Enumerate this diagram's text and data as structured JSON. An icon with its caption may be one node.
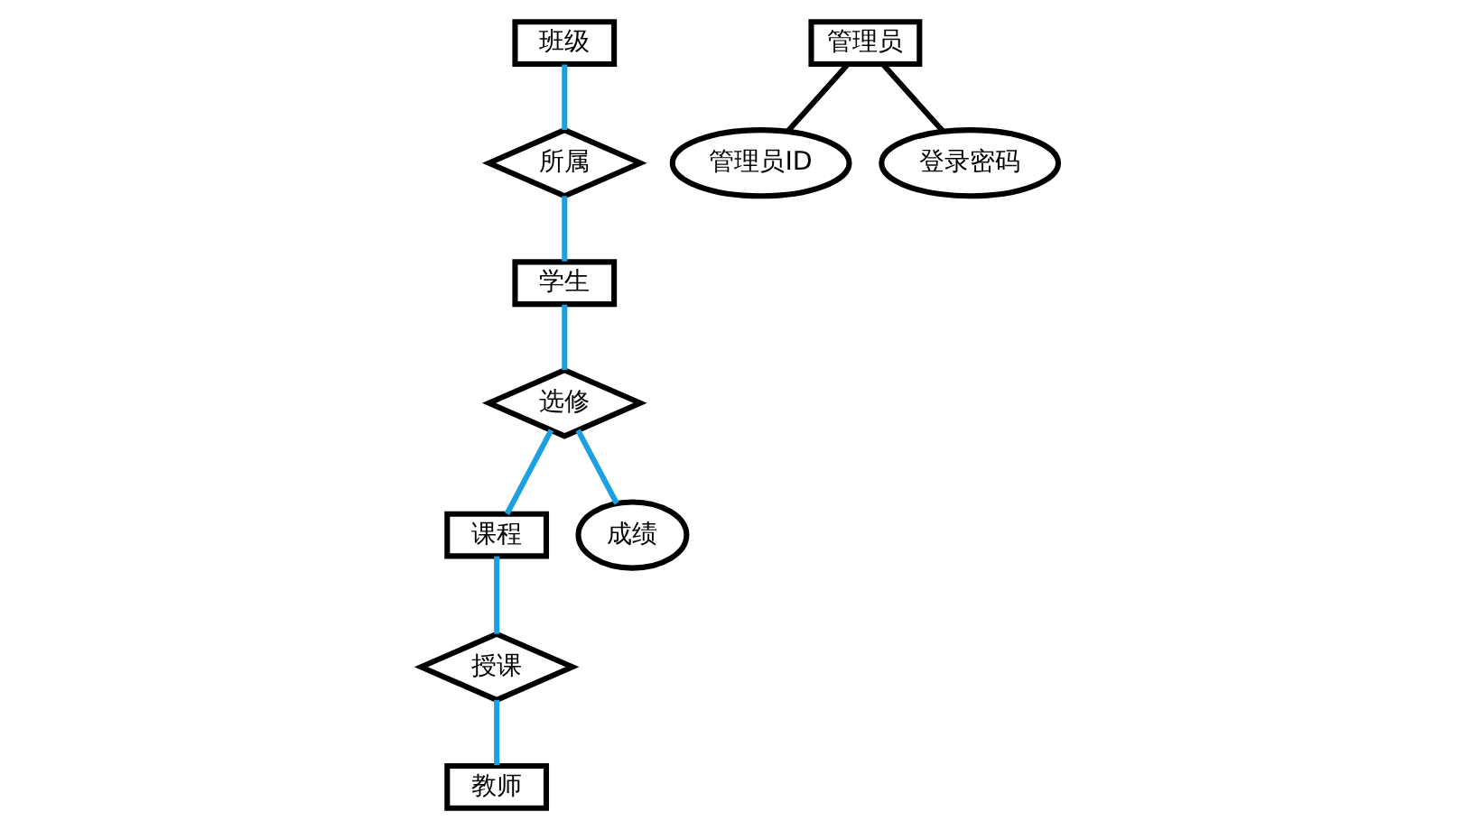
{
  "diagram": {
    "nodes": [
      {
        "text": [
          "班级"
        ]
      },
      {
        "text": [
          "所属"
        ]
      },
      {
        "text": [
          "学生"
        ]
      },
      {
        "text": [
          "课程"
        ]
      },
      {
        "text": [
          "选修"
        ]
      },
      {
        "text": [
          "成绩"
        ]
      },
      {
        "text": [
          "授课"
        ]
      },
      {
        "text": [
          "教师"
        ]
      },
      {
        "text": [
          "管理员"
        ]
      },
      {
        "text": [
          "管理员ID"
        ]
      },
      {
        "text": [
          "登录密码"
        ]
      }
    ],
    "edges": [
      {
        "from": 0,
        "to": 1,
        "arrow": "none"
      },
      {
        "from": 1,
        "to": 2,
        "arrow": "none"
      },
      {
        "from": 2,
        "to": 4,
        "arrow": "none"
      },
      {
        "from": 4,
        "to": 3,
        "arrow": "none"
      },
      {
        "from": 4,
        "to": 5,
        "arrow": "none"
      },
      {
        "from": 3,
        "to": 6,
        "arrow": "none"
      },
      {
        "from": 6,
        "to": 7,
        "arrow": "none"
      },
      {
        "from": 8,
        "to": 9,
        "arrow": "none",
        "color": "#000000"
      },
      {
        "from": 8,
        "to": 10,
        "arrow": "none",
        "color": "#000000"
      }
    ]
  }
}
